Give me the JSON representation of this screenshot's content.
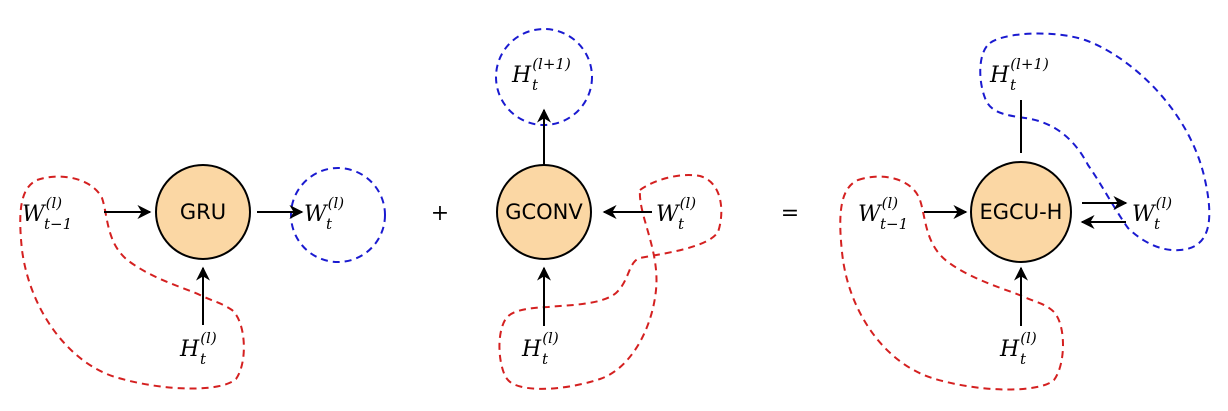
{
  "panels": {
    "gru": {
      "node": "GRU",
      "input_left": {
        "base": "W",
        "sup": "(l)",
        "sub": "t−1"
      },
      "input_bottom": {
        "base": "H",
        "sup": "(l)",
        "sub": "t"
      },
      "output": {
        "base": "W",
        "sup": "(l)",
        "sub": "t"
      }
    },
    "gconv": {
      "node": "GCONV",
      "output_top": {
        "base": "H",
        "sup": "(l+1)",
        "sub": "t"
      },
      "input_right": {
        "base": "W",
        "sup": "(l)",
        "sub": "t"
      },
      "input_bottom": {
        "base": "H",
        "sup": "(l)",
        "sub": "t"
      }
    },
    "egcu": {
      "node": "EGCU-H",
      "input_left": {
        "base": "W",
        "sup": "(l)",
        "sub": "t−1"
      },
      "output_top": {
        "base": "H",
        "sup": "(l+1)",
        "sub": "t"
      },
      "inout_right": {
        "base": "W",
        "sup": "(l)",
        "sub": "t"
      },
      "input_bottom": {
        "base": "H",
        "sup": "(l)",
        "sub": "t"
      }
    }
  },
  "operators": {
    "plus": "+",
    "equals": "="
  },
  "colors": {
    "node_fill": "#fbd7a4",
    "input_region": "#d42020",
    "output_region": "#1a1ad0"
  }
}
